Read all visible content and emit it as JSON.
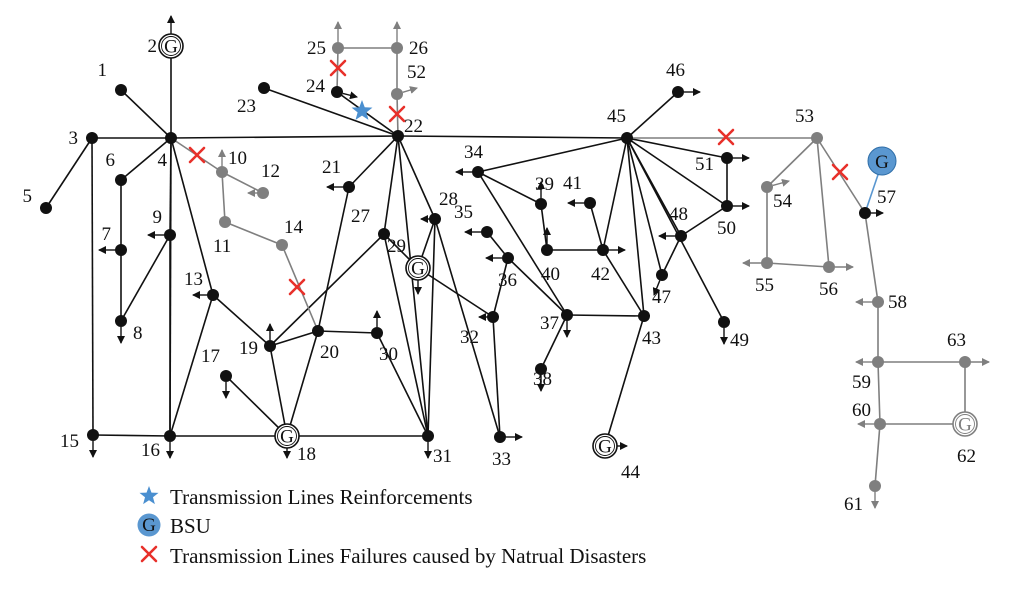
{
  "colors": {
    "normal": "#111111",
    "isolated": "#7f7f7f",
    "failure": "#e8302a",
    "reinforcement": "#4a8fd0",
    "bsu": "#5a97d0"
  },
  "nodes": [
    {
      "id": "1"
    },
    {
      "id": "2"
    },
    {
      "id": "3"
    },
    {
      "id": "4"
    },
    {
      "id": "5"
    },
    {
      "id": "6"
    },
    {
      "id": "7"
    },
    {
      "id": "8"
    },
    {
      "id": "9"
    },
    {
      "id": "10"
    },
    {
      "id": "11"
    },
    {
      "id": "12"
    },
    {
      "id": "13"
    },
    {
      "id": "14"
    },
    {
      "id": "15"
    },
    {
      "id": "16"
    },
    {
      "id": "17"
    },
    {
      "id": "18"
    },
    {
      "id": "19"
    },
    {
      "id": "20"
    },
    {
      "id": "21"
    },
    {
      "id": "22"
    },
    {
      "id": "23"
    },
    {
      "id": "24"
    },
    {
      "id": "25"
    },
    {
      "id": "26"
    },
    {
      "id": "27"
    },
    {
      "id": "28"
    },
    {
      "id": "29"
    },
    {
      "id": "30"
    },
    {
      "id": "31"
    },
    {
      "id": "32"
    },
    {
      "id": "33"
    },
    {
      "id": "34"
    },
    {
      "id": "35"
    },
    {
      "id": "36"
    },
    {
      "id": "37"
    },
    {
      "id": "38"
    },
    {
      "id": "39"
    },
    {
      "id": "40"
    },
    {
      "id": "41"
    },
    {
      "id": "42"
    },
    {
      "id": "43"
    },
    {
      "id": "44"
    },
    {
      "id": "45"
    },
    {
      "id": "46"
    },
    {
      "id": "47"
    },
    {
      "id": "48"
    },
    {
      "id": "49"
    },
    {
      "id": "50"
    },
    {
      "id": "51"
    },
    {
      "id": "52"
    },
    {
      "id": "53"
    },
    {
      "id": "54"
    },
    {
      "id": "55"
    },
    {
      "id": "56"
    },
    {
      "id": "57"
    },
    {
      "id": "58"
    },
    {
      "id": "59"
    },
    {
      "id": "60"
    },
    {
      "id": "61"
    },
    {
      "id": "62"
    },
    {
      "id": "63"
    }
  ],
  "generator_symbol": "G",
  "legend": [
    {
      "key": "reinforcement",
      "label": "Transmission Lines Reinforcements"
    },
    {
      "key": "bsu",
      "label": "BSU"
    },
    {
      "key": "failure",
      "label": "Transmission Lines Failures caused by Natrual Disasters"
    }
  ]
}
